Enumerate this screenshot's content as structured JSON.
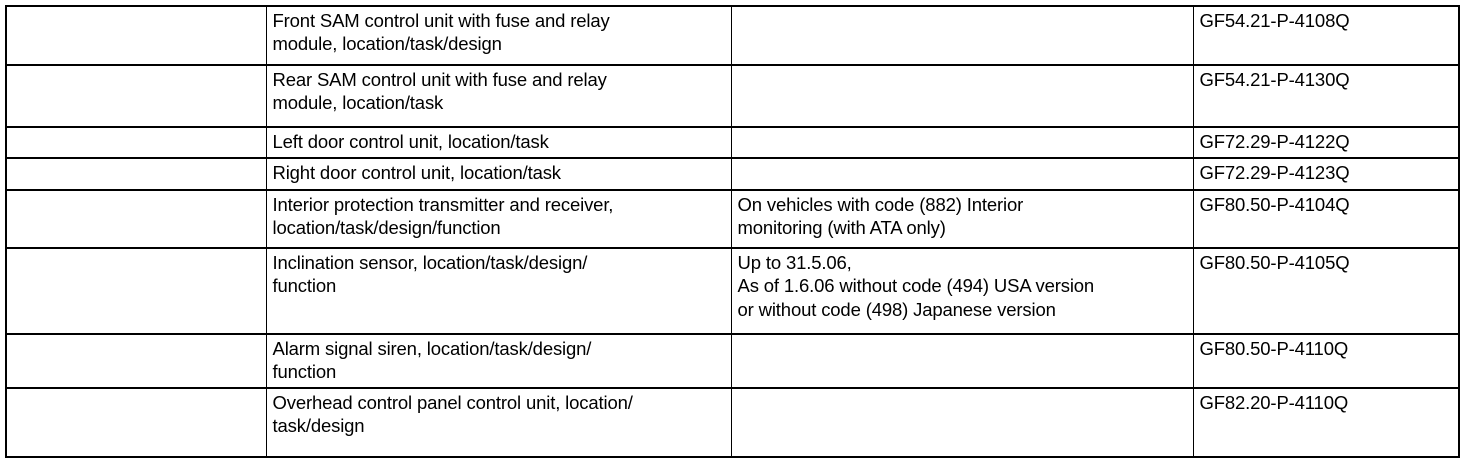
{
  "document": {
    "type": "specification-reference-table",
    "columns": [
      "",
      "",
      "",
      ""
    ],
    "column_count": 4,
    "row_count": 8
  },
  "rows": [
    {
      "ref": "",
      "description": "Front SAM control unit with fuse and relay module, location/task/design",
      "description_lines": [
        "Front SAM control unit with fuse and relay",
        "module, location/task/design"
      ],
      "condition": "",
      "condition_lines": [],
      "doc_number": "GF54.21-P-4108Q",
      "height": 58
    },
    {
      "ref": "",
      "description": "Rear SAM control unit with fuse and relay module, location/task",
      "description_lines": [
        "Rear SAM control unit with fuse and relay",
        "module, location/task"
      ],
      "condition": "",
      "condition_lines": [],
      "doc_number": "GF54.21-P-4130Q",
      "height": 61
    },
    {
      "ref": "",
      "description": "Left door control unit, location/task",
      "description_lines": [
        "Left door control unit, location/task"
      ],
      "condition": "",
      "condition_lines": [],
      "doc_number": "GF72.29-P-4122Q",
      "height": 30
    },
    {
      "ref": "",
      "description": "Right door control unit, location/task",
      "description_lines": [
        "Right door control unit, location/task"
      ],
      "condition": "",
      "condition_lines": [],
      "doc_number": "GF72.29-P-4123Q",
      "height": 31
    },
    {
      "ref": "",
      "description": "Interior protection transmitter and receiver, location/task/design/function",
      "description_lines": [
        "Interior protection transmitter and receiver,",
        "location/task/design/function"
      ],
      "condition": "On vehicles with code (882) Interior monitoring (with ATA only)",
      "condition_lines": [
        "On vehicles with code (882) Interior",
        "monitoring (with ATA only)"
      ],
      "doc_number": "GF80.50-P-4104Q",
      "height": 57
    },
    {
      "ref": "",
      "description": "Inclination sensor, location/task/design/function",
      "description_lines": [
        "Inclination sensor, location/task/design/",
        "function"
      ],
      "condition": "Up to 31.5.06, As of 1.6.06 without code (494) USA version or without code (498) Japanese version",
      "condition_lines": [
        "Up to 31.5.06,",
        "As of 1.6.06 without code (494) USA version",
        "or without code (498) Japanese version"
      ],
      "doc_number": "GF80.50-P-4105Q",
      "height": 85
    },
    {
      "ref": "",
      "description": "Alarm signal siren, location/task/design/function",
      "description_lines": [
        "Alarm signal siren, location/task/design/",
        "function"
      ],
      "condition": "",
      "condition_lines": [],
      "doc_number": "GF80.50-P-4110Q",
      "height": 53
    },
    {
      "ref": "",
      "description": "Overhead control panel control unit, location/task/design",
      "description_lines": [
        "Overhead control panel control unit, location/",
        "task/design"
      ],
      "condition": "",
      "condition_lines": [],
      "doc_number": "GF82.20-P-4110Q",
      "height": 68
    }
  ],
  "colors": {
    "background": "#ffffff",
    "text": "#000000",
    "border": "#000000"
  }
}
